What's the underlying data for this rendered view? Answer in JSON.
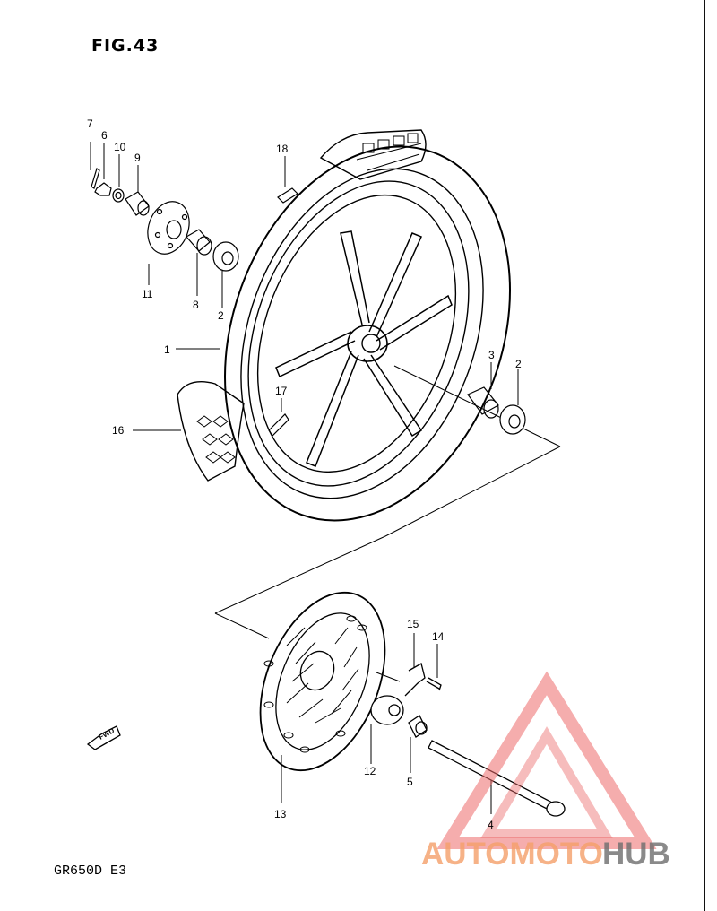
{
  "figure": {
    "title": "FIG.43",
    "model_code": "GR650D E3"
  },
  "fwd_label": "FWD",
  "watermark": {
    "text_orange": "AUTOMOTO",
    "text_grey": "HUB",
    "color_orange": "#f5a06a",
    "color_red": "#ec6a6a",
    "color_grey": "#6e6e6e"
  },
  "parts": [
    {
      "num": "1"
    },
    {
      "num": "2"
    },
    {
      "num": "2"
    },
    {
      "num": "3"
    },
    {
      "num": "4"
    },
    {
      "num": "5"
    },
    {
      "num": "6"
    },
    {
      "num": "7"
    },
    {
      "num": "8"
    },
    {
      "num": "9"
    },
    {
      "num": "10"
    },
    {
      "num": "11"
    },
    {
      "num": "12"
    },
    {
      "num": "13"
    },
    {
      "num": "14"
    },
    {
      "num": "15"
    },
    {
      "num": "16"
    },
    {
      "num": "17"
    },
    {
      "num": "18"
    }
  ]
}
